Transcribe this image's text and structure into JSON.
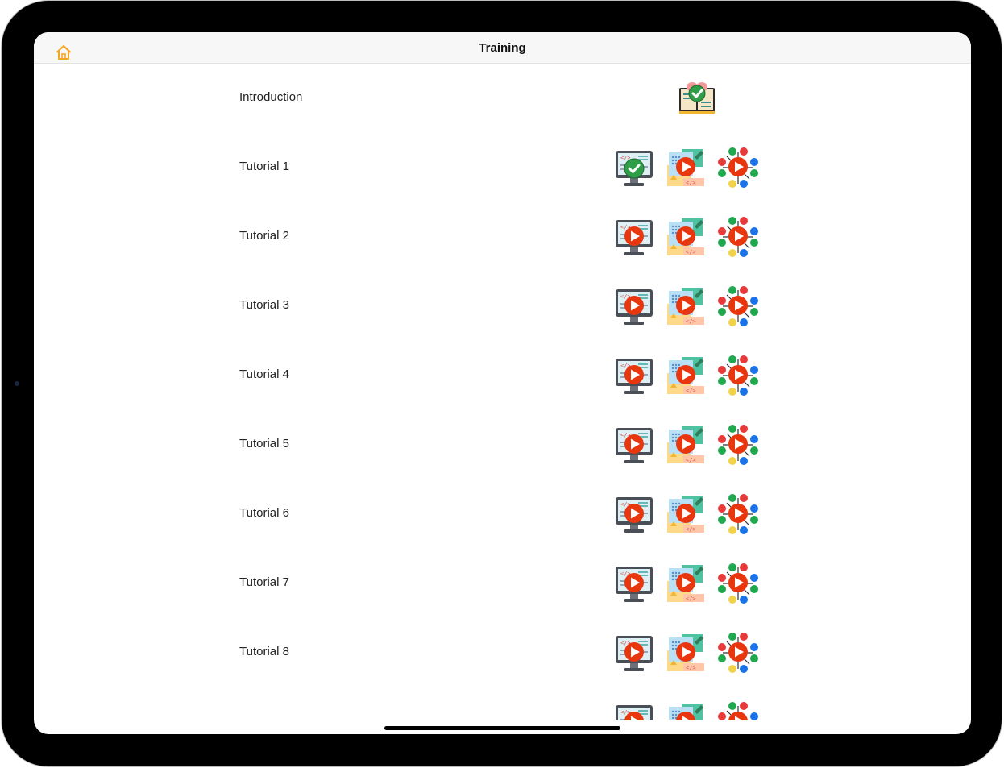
{
  "navbar": {
    "title": "Training",
    "home_icon": "home-icon",
    "accent_color": "#f5a623"
  },
  "intro": {
    "label": "Introduction",
    "icon": "book-check-icon",
    "status": "completed"
  },
  "tutorials": [
    {
      "label": "Tutorial 1",
      "status": [
        "completed",
        "play",
        "play"
      ]
    },
    {
      "label": "Tutorial 2",
      "status": [
        "play",
        "play",
        "play"
      ]
    },
    {
      "label": "Tutorial 3",
      "status": [
        "play",
        "play",
        "play"
      ]
    },
    {
      "label": "Tutorial 4",
      "status": [
        "play",
        "play",
        "play"
      ]
    },
    {
      "label": "Tutorial 5",
      "status": [
        "play",
        "play",
        "play"
      ]
    },
    {
      "label": "Tutorial 6",
      "status": [
        "play",
        "play",
        "play"
      ]
    },
    {
      "label": "Tutorial 7",
      "status": [
        "play",
        "play",
        "play"
      ]
    },
    {
      "label": "Tutorial 8",
      "status": [
        "play",
        "play",
        "play"
      ]
    },
    {
      "label": "",
      "status": [
        "play",
        "play",
        "play"
      ]
    }
  ],
  "icon_names": [
    "monitor-code-icon",
    "design-code-icon",
    "network-nodes-icon"
  ],
  "colors": {
    "play": "#e8360f",
    "check": "#2e9e48",
    "home": "#f5a623"
  }
}
